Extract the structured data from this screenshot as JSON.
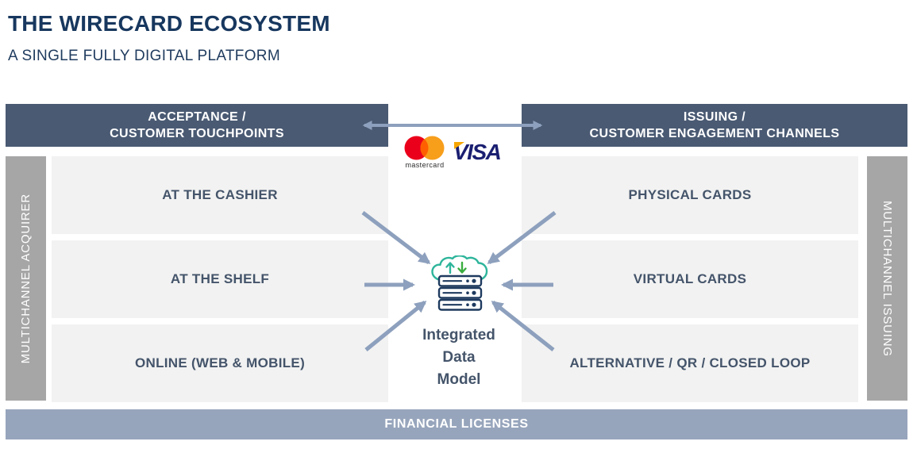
{
  "page": {
    "title": "THE WIRECARD ECOSYSTEM",
    "subtitle": "A SINGLE FULLY DIGITAL PLATFORM"
  },
  "headers": {
    "left": {
      "line1": "ACCEPTANCE /",
      "line2": "CUSTOMER TOUCHPOINTS"
    },
    "right": {
      "line1": "ISSUING /",
      "line2": "CUSTOMER ENGAGEMENT CHANNELS"
    }
  },
  "side_bars": {
    "left": "MULTICHANNEL ACQUIRER",
    "right": "MULTICHANNEL ISSUING"
  },
  "left_items": [
    {
      "label": "AT THE CASHIER"
    },
    {
      "label": "AT THE SHELF"
    },
    {
      "label": "ONLINE (WEB & MOBILE)"
    }
  ],
  "right_items": [
    {
      "label": "PHYSICAL CARDS"
    },
    {
      "label": "VIRTUAL CARDS"
    },
    {
      "label": "ALTERNATIVE / QR / CLOSED LOOP"
    }
  ],
  "center": {
    "mastercard_label": "mastercard",
    "visa_label": "VISA",
    "data_model": {
      "line1": "Integrated",
      "line2": "Data",
      "line3": "Model"
    }
  },
  "footer": {
    "label": "FINANCIAL LICENSES"
  },
  "colors": {
    "title_navy": "#17375E",
    "header_bg": "#4A5A73",
    "sidebar_bg": "#A6A6A6",
    "box_bg": "#F2F2F2",
    "box_text": "#44546A",
    "footer_bg": "#97A5BC",
    "arrow_blue_gray": "#8DA0BD",
    "cloud_teal": "#2EB59B",
    "download_arrow_green": "#3AAD3F",
    "server_navy": "#1E3A5F",
    "visa_blue": "#1A1F71",
    "visa_flag_orange": "#F7A600",
    "mastercard_red": "#EB001B",
    "mastercard_orange": "#F79E1B",
    "mastercard_overlap": "#FF5F00"
  }
}
